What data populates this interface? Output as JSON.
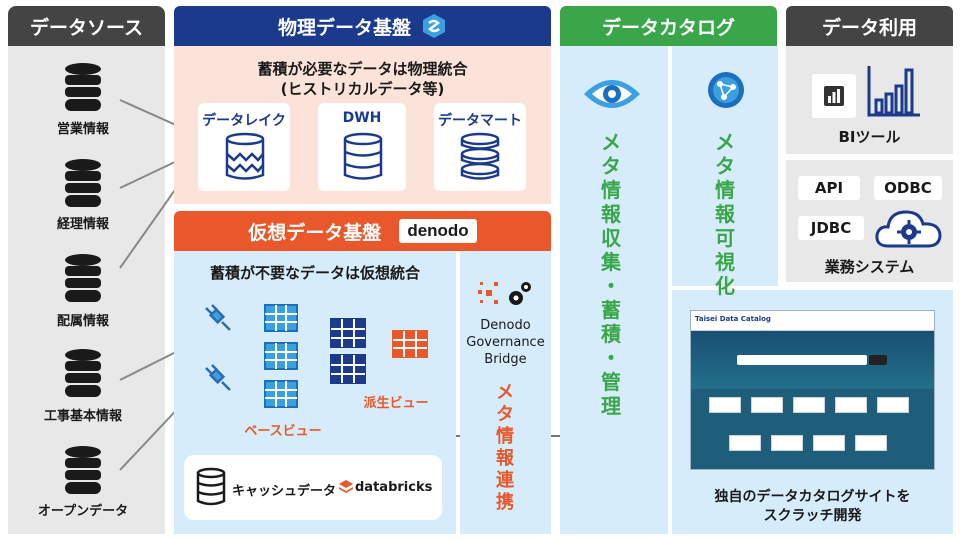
{
  "sources": {
    "header": "データソース",
    "items": [
      "営業情報",
      "経理情報",
      "配属情報",
      "工事基本情報",
      "オープンデータ"
    ]
  },
  "physical": {
    "header": "物理データ基盤",
    "desc_line1": "蓄積が必要なデータは物理統合",
    "desc_line2": "(ヒストリカルデータ等)",
    "stages": [
      "データレイク",
      "DWH",
      "データマート"
    ]
  },
  "virtual": {
    "header": "仮想データ基盤",
    "brand": "denodo",
    "desc": "蓄積が不要なデータは仮想統合",
    "base_view": "ベースビュー",
    "derived_view": "派生ビュー",
    "cache_label": "キャッシュデータ",
    "cache_brand": "databricks"
  },
  "bridge": {
    "line1": "Denodo",
    "line2": "Governance",
    "line3": "Bridge",
    "vertical_text": "メタ情報連携"
  },
  "catalog": {
    "header": "データカタログ",
    "col1_vertical": "メタ情報収集・蓄積・管理",
    "col2_vertical": "メタ情報可視化",
    "site_caption_line1": "独自のデータカタログサイトを",
    "site_caption_line2": "スクラッチ開発",
    "site_title": "Taisei Data Catalog"
  },
  "usage": {
    "header": "データ利用",
    "bi_label": "BIツール",
    "api": "API",
    "odbc": "ODBC",
    "jdbc": "JDBC",
    "system_label": "業務システム"
  },
  "colors": {
    "dark_header": "#444444",
    "physical_blue": "#1b3a8c",
    "virtual_orange": "#e8582a",
    "catalog_green": "#3aa64a",
    "physical_bg": "#fbe3da",
    "virtual_bg": "#d7ecfa",
    "source_bg": "#e8e8e8"
  }
}
